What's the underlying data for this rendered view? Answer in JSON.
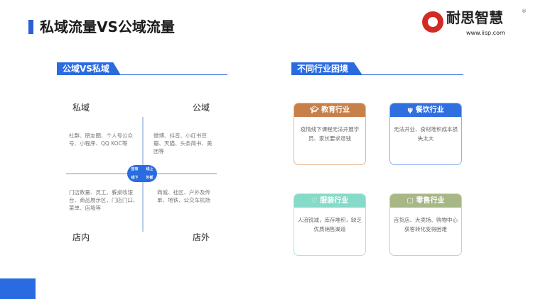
{
  "title": "私域流量VS公域流量",
  "logo": {
    "name": "耐思智慧",
    "url": "www.iisp.com",
    "reg": "®"
  },
  "left": {
    "header": "公域VS私域",
    "labels": {
      "tl": "私域",
      "tr": "公域",
      "bl": "店内",
      "br": "店外"
    },
    "quadrants": {
      "tl": "社群、朋友圈、个人号公众号、小程序、QQ KOC等",
      "tr": "微博、抖音、小红书豆瓣、天猫、头条简书、美团等",
      "bl": "门店数量、员工、餐桌收银台、商品展示区、门店门口、菜单、店墙等",
      "br": "商城、社区、户外及传单、地铁、公交车机场"
    },
    "badge": [
      "自有",
      "线上",
      "线下",
      "外部"
    ]
  },
  "right": {
    "header": "不同行业困境",
    "cards": [
      {
        "title": "教育行业",
        "icon": "graduation-cap-icon",
        "text": "疫情线下课程无法开展学员、家长要求退钱",
        "color": "#c8804a",
        "border": "#e8b892"
      },
      {
        "title": "餐饮行业",
        "icon": "utensils-icon",
        "text": "无法开业、食材堆积成本损失太大",
        "color": "#2f6fe0",
        "border": "#8fb0ee"
      },
      {
        "title": "服装行业",
        "icon": "shirt-icon",
        "text": "人流锐减，库存堆积，缺乏优质销售渠道",
        "color": "#86dac8",
        "border": "#a8e6da"
      },
      {
        "title": "零售行业",
        "icon": "shopping-bag-icon",
        "text": "百货店、大卖场、购物中心获客转化变得困难",
        "color": "#a7b785",
        "border": "#c8d3b0"
      }
    ]
  }
}
